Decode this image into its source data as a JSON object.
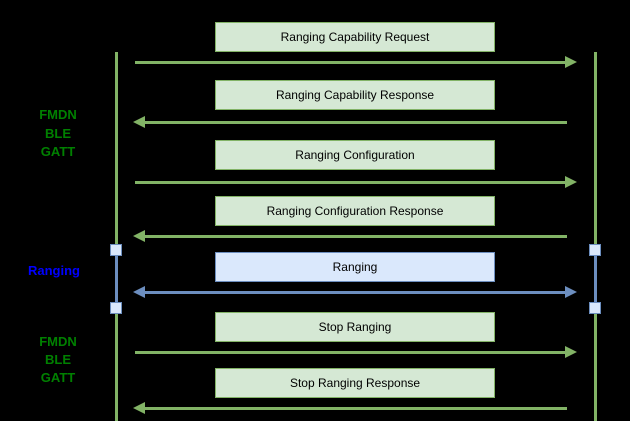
{
  "diagram": {
    "type": "sequence-diagram",
    "background_color": "#000000",
    "colors": {
      "green_box_fill": "#d5e8d4",
      "green_stroke": "#82b366",
      "blue_box_fill": "#dae8fc",
      "blue_stroke": "#6c8ebf",
      "green_label_text": "#008000",
      "blue_label_text": "#0000ff",
      "message_text": "#000000"
    },
    "phases": [
      {
        "lines": [
          "FMDN",
          "BLE",
          "GATT"
        ],
        "color": "green"
      },
      {
        "lines": [
          "Ranging"
        ],
        "color": "blue"
      },
      {
        "lines": [
          "FMDN",
          "BLE",
          "GATT"
        ],
        "color": "green"
      }
    ],
    "messages": [
      {
        "label": "Ranging Capability Request",
        "direction": "right",
        "style": "green"
      },
      {
        "label": "Ranging Capability Response",
        "direction": "left",
        "style": "green"
      },
      {
        "label": "Ranging Configuration",
        "direction": "right",
        "style": "green"
      },
      {
        "label": "Ranging Configuration Response",
        "direction": "left",
        "style": "green"
      },
      {
        "label": "Ranging",
        "direction": "both",
        "style": "blue"
      },
      {
        "label": "Stop Ranging",
        "direction": "right",
        "style": "green"
      },
      {
        "label": "Stop Ranging Response",
        "direction": "left",
        "style": "green"
      }
    ]
  }
}
